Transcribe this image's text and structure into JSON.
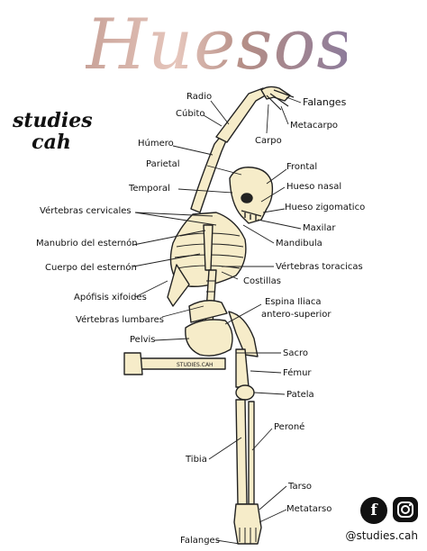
{
  "title": "Huesos",
  "brand": "studies cah",
  "handle": "@studies.cah",
  "bone_label_text": "STUDIES.CAH",
  "colors": {
    "bone": "#f6ecc9",
    "outline": "#222222",
    "title_gradient": [
      "#c9a399",
      "#8e7c9a"
    ]
  },
  "icons": [
    "facebook-icon",
    "instagram-icon"
  ],
  "labels": {
    "radio": "Radio",
    "falanges_top": "Falanges",
    "cubito": "Cúbito",
    "metacarpo": "Metacarpo",
    "humero": "Húmero",
    "carpo": "Carpo",
    "parietal": "Parietal",
    "frontal": "Frontal",
    "temporal": "Temporal",
    "hueso_nasal": "Hueso nasal",
    "vertebras_cervicales": "Vértebras cervicales",
    "hueso_zigomatico": "Hueso zigomatico",
    "maxilar": "Maxilar",
    "manubrio": "Manubrio del esternón",
    "mandibula": "Mandibula",
    "cuerpo_esternon": "Cuerpo del esternón",
    "vertebras_toracicas": "Vértebras toracicas",
    "costillas": "Costillas",
    "apofisis": "Apófisis xifoides",
    "espina_iliaca_1": "Espina Iliaca",
    "espina_iliaca_2": "antero-superior",
    "vertebras_lumbares": "Vértebras lumbares",
    "pelvis": "Pelvis",
    "sacro": "Sacro",
    "femur": "Fémur",
    "patela": "Patela",
    "perone": "Peroné",
    "tibia": "Tibia",
    "tarso": "Tarso",
    "metatarso": "Metatarso",
    "falanges_bottom": "Falanges"
  }
}
